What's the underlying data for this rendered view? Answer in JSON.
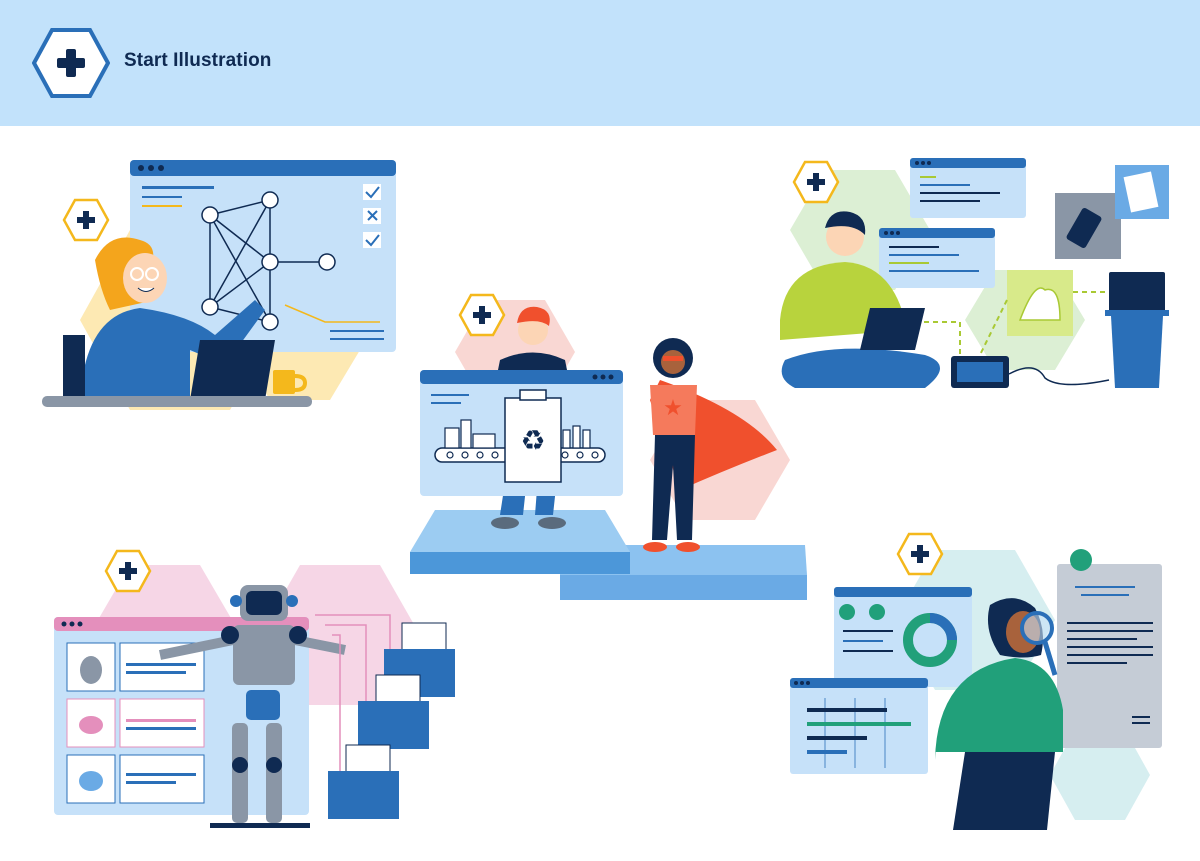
{
  "header": {
    "start_label": "Start Illustration",
    "start_icon": "plus-icon",
    "background": "#c2e2fb"
  },
  "colors": {
    "navy": "#0f2a52",
    "blue": "#2a6fb8",
    "light_blue": "#c6e1f9",
    "yellow": "#fde9b3",
    "pink": "#f6d6e6",
    "green_bg": "#dcefd4",
    "orange": "#f0502d",
    "hex_border": "#f4b81c"
  },
  "scenes": [
    {
      "name": "network-analyst",
      "icon": "plus-icon"
    },
    {
      "name": "recycling-team",
      "icon": "plus-icon"
    },
    {
      "name": "waste-sorting",
      "icon": "plus-icon"
    },
    {
      "name": "bird-classification-robot",
      "icon": "plus-icon"
    },
    {
      "name": "document-review",
      "icon": "plus-icon"
    }
  ]
}
